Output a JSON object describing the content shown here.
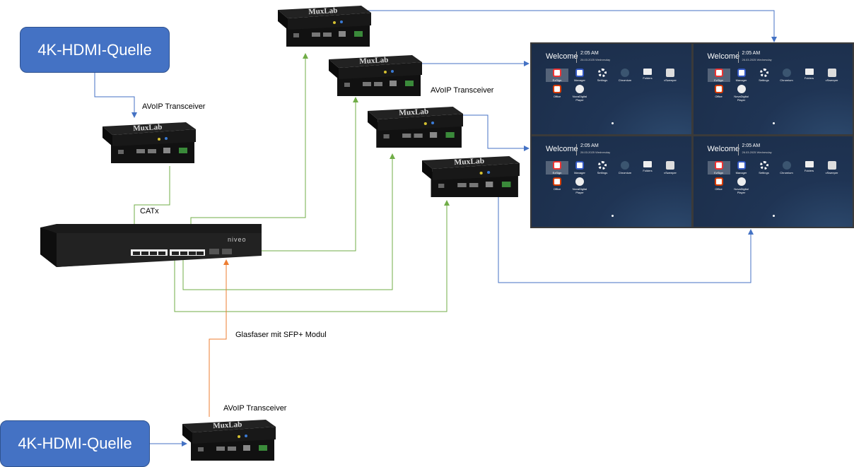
{
  "sources": {
    "top": "4K-HDMI-Quelle",
    "bottom": "4K-HDMI-Quelle"
  },
  "labels": {
    "transceiver_left": "AVoIP Transceiver",
    "transceiver_right": "AVoIP Transceiver",
    "transceiver_bottom": "AVoIP Transceiver",
    "catx": "CATx",
    "fiber": "Glasfaser mit SFP+ Modul"
  },
  "device": {
    "brand": "MuxLab"
  },
  "switch": {
    "brand": "niveo"
  },
  "screen": {
    "welcome": "Welcome",
    "time": "2:05 AM",
    "date": "26.03.2025 Wednesday",
    "apps": [
      "EzSign",
      "Manager",
      "Settings",
      "Chromium",
      "Folders",
      "vSweeper",
      "Office",
      "NovaDigital Player"
    ]
  },
  "colors": {
    "source_fill": "#4472C4",
    "hdmi_line": "#4472C4",
    "catx_line": "#70AD47",
    "fiber_line": "#ED7D31"
  }
}
